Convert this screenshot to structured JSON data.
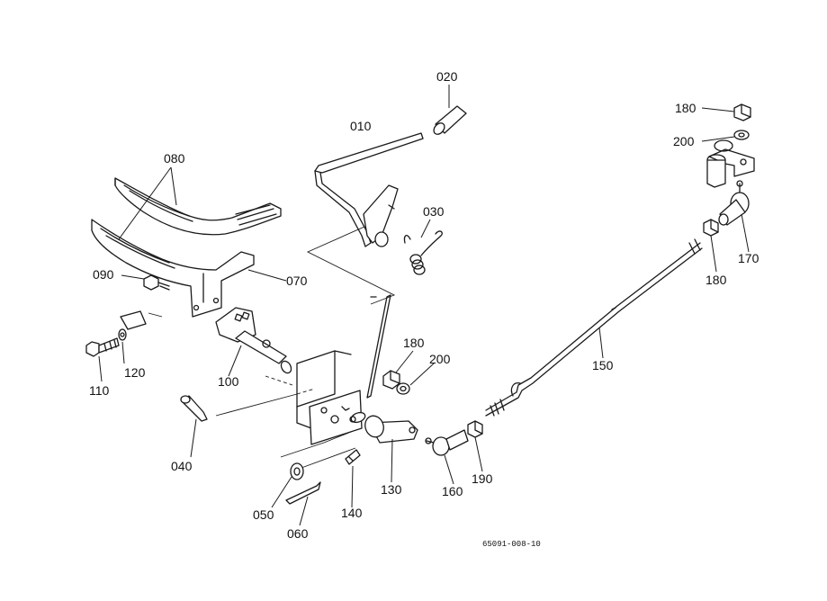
{
  "diagram": {
    "reference_code": "65091-008-10",
    "part_labels": [
      {
        "id": "010",
        "text": "010"
      },
      {
        "id": "020",
        "text": "020"
      },
      {
        "id": "030",
        "text": "030"
      },
      {
        "id": "040",
        "text": "040"
      },
      {
        "id": "050",
        "text": "050"
      },
      {
        "id": "060",
        "text": "060"
      },
      {
        "id": "070",
        "text": "070"
      },
      {
        "id": "080",
        "text": "080"
      },
      {
        "id": "090",
        "text": "090"
      },
      {
        "id": "100",
        "text": "100"
      },
      {
        "id": "110",
        "text": "110"
      },
      {
        "id": "120",
        "text": "120"
      },
      {
        "id": "130",
        "text": "130"
      },
      {
        "id": "140",
        "text": "140"
      },
      {
        "id": "150",
        "text": "150"
      },
      {
        "id": "160",
        "text": "160"
      },
      {
        "id": "170",
        "text": "170"
      },
      {
        "id": "180a",
        "text": "180"
      },
      {
        "id": "180b",
        "text": "180"
      },
      {
        "id": "180c",
        "text": "180"
      },
      {
        "id": "190",
        "text": "190"
      },
      {
        "id": "200a",
        "text": "200"
      },
      {
        "id": "200b",
        "text": "200"
      }
    ]
  }
}
